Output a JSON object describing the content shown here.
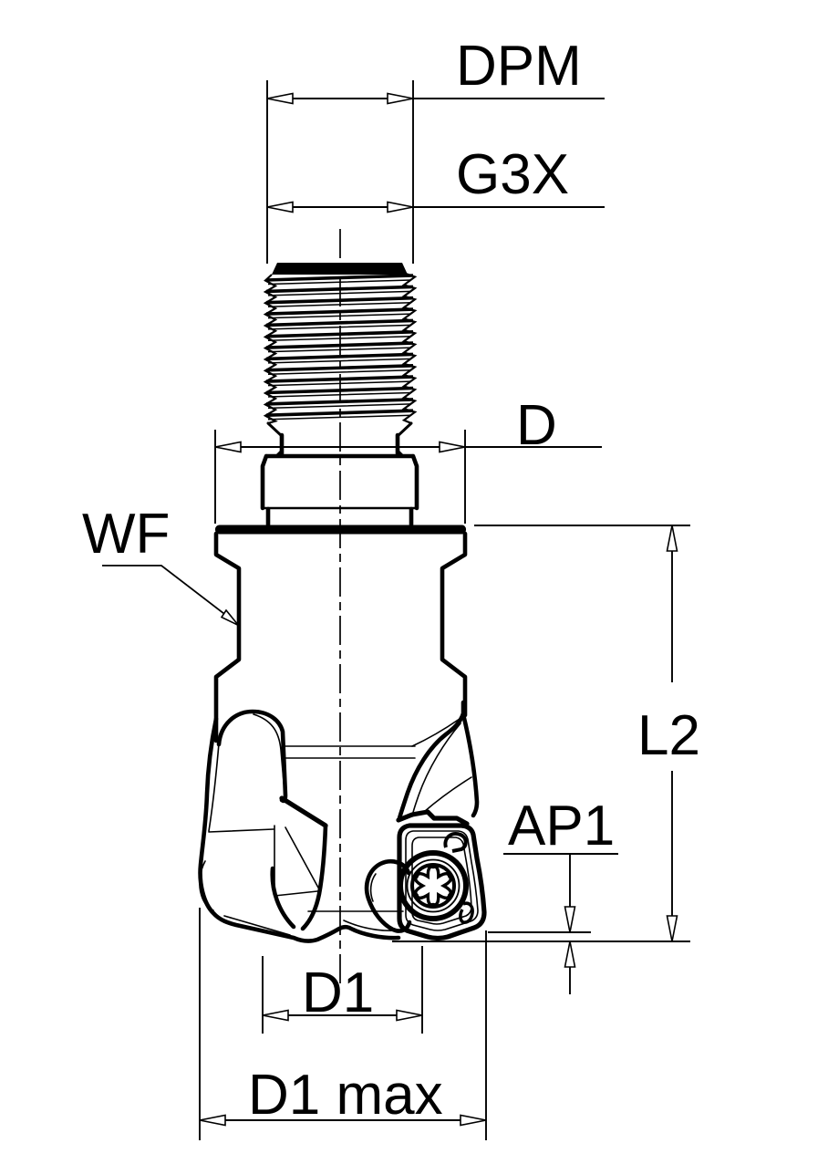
{
  "drawing": {
    "background": "#ffffff",
    "line_color": "#000000",
    "labels": {
      "dpm": "DPM",
      "g3x": "G3X",
      "d": "D",
      "wf": "WF",
      "l2": "L2",
      "ap1": "AP1",
      "d1": "D1",
      "d1_max": "D1 max"
    }
  }
}
